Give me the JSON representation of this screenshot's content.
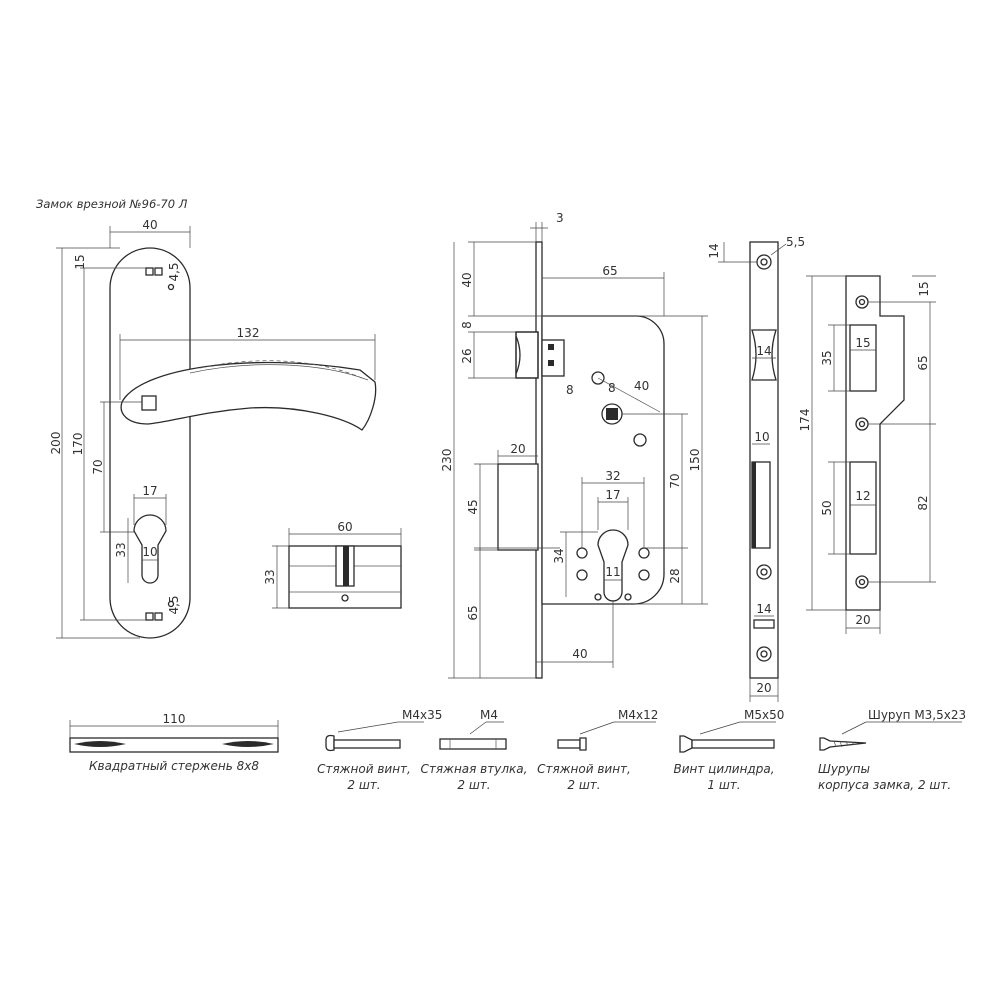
{
  "title": "Замок врезной №96-70 Л",
  "dimensions": {
    "handle": {
      "width": "40",
      "height_total": "200",
      "height_handle": "170",
      "offset_top": "15",
      "hole_top": "4,5",
      "lever_length": "132",
      "to_cylinder": "70",
      "cyl_width": "17",
      "cyl_height": "33",
      "cyl_inner": "10",
      "hole_bottom": "4,5"
    },
    "cylinder": {
      "length": "60",
      "height": "33"
    },
    "lock": {
      "faceplate": "3",
      "top": "40",
      "body_width": "65",
      "latch_offset": "8",
      "latch_height": "26",
      "hole_left": "8",
      "hole_right": "8",
      "hole_spacing": "40",
      "height_total": "230",
      "body_height": "150",
      "bolt_width": "20",
      "bolt_height": "45",
      "cyl_span": "32",
      "cyl_width": "17",
      "axis_distance": "70",
      "cyl_height": "34",
      "cyl_slot": "11",
      "cyl_bottom": "28",
      "bottom": "65",
      "backset": "40"
    },
    "faceplate": {
      "hole_top": "14",
      "screw": "5,5",
      "latch_slot": "14",
      "bolt_slot": "10",
      "lower_slot": "14",
      "width": "20"
    },
    "strike": {
      "height": "174",
      "top_hole": "15",
      "latch_height": "35",
      "latch_width": "15",
      "upper": "65",
      "bolt_height": "50",
      "bolt_width": "12",
      "lower": "82",
      "width": "20"
    }
  },
  "parts": [
    {
      "spec": "110",
      "caption": [
        "Квадратный стержень 8х8"
      ]
    },
    {
      "spec": "М4х35",
      "caption": [
        "Стяжной винт,",
        "2 шт."
      ]
    },
    {
      "spec": "М4",
      "caption": [
        "Стяжная втулка,",
        "2 шт."
      ]
    },
    {
      "spec": "М4х12",
      "caption": [
        "Стяжной винт,",
        "2 шт."
      ]
    },
    {
      "spec": "М5х50",
      "caption": [
        "Винт цилиндра,",
        "1 шт."
      ]
    },
    {
      "spec": "Шуруп М3,5х23",
      "caption": [
        "Шурупы",
        "корпуса замка, 2 шт."
      ]
    }
  ],
  "colors": {
    "line": "#2b2b2b",
    "background": "#ffffff",
    "text": "#333333"
  }
}
